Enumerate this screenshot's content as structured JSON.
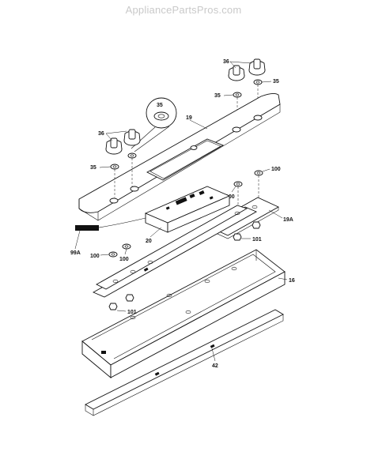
{
  "watermark": "AppliancePartsPros.com",
  "labels": {
    "knob_36_top": "36",
    "clip_35_top_right": "35",
    "clip_35_top_left": "35",
    "clip_35_detail": "35",
    "panel_19": "19",
    "knob_36_left": "36",
    "clip_35_left": "35",
    "clip_100_right": "100",
    "clip_100_mid": "100",
    "board_19A": "19A",
    "control_20": "20",
    "nut_101_right": "101",
    "ribbon_99A": "99A",
    "clip_100_left_a": "100",
    "clip_100_left_b": "100",
    "channel_16": "16",
    "nut_101_left": "101",
    "trim_42": "42"
  }
}
